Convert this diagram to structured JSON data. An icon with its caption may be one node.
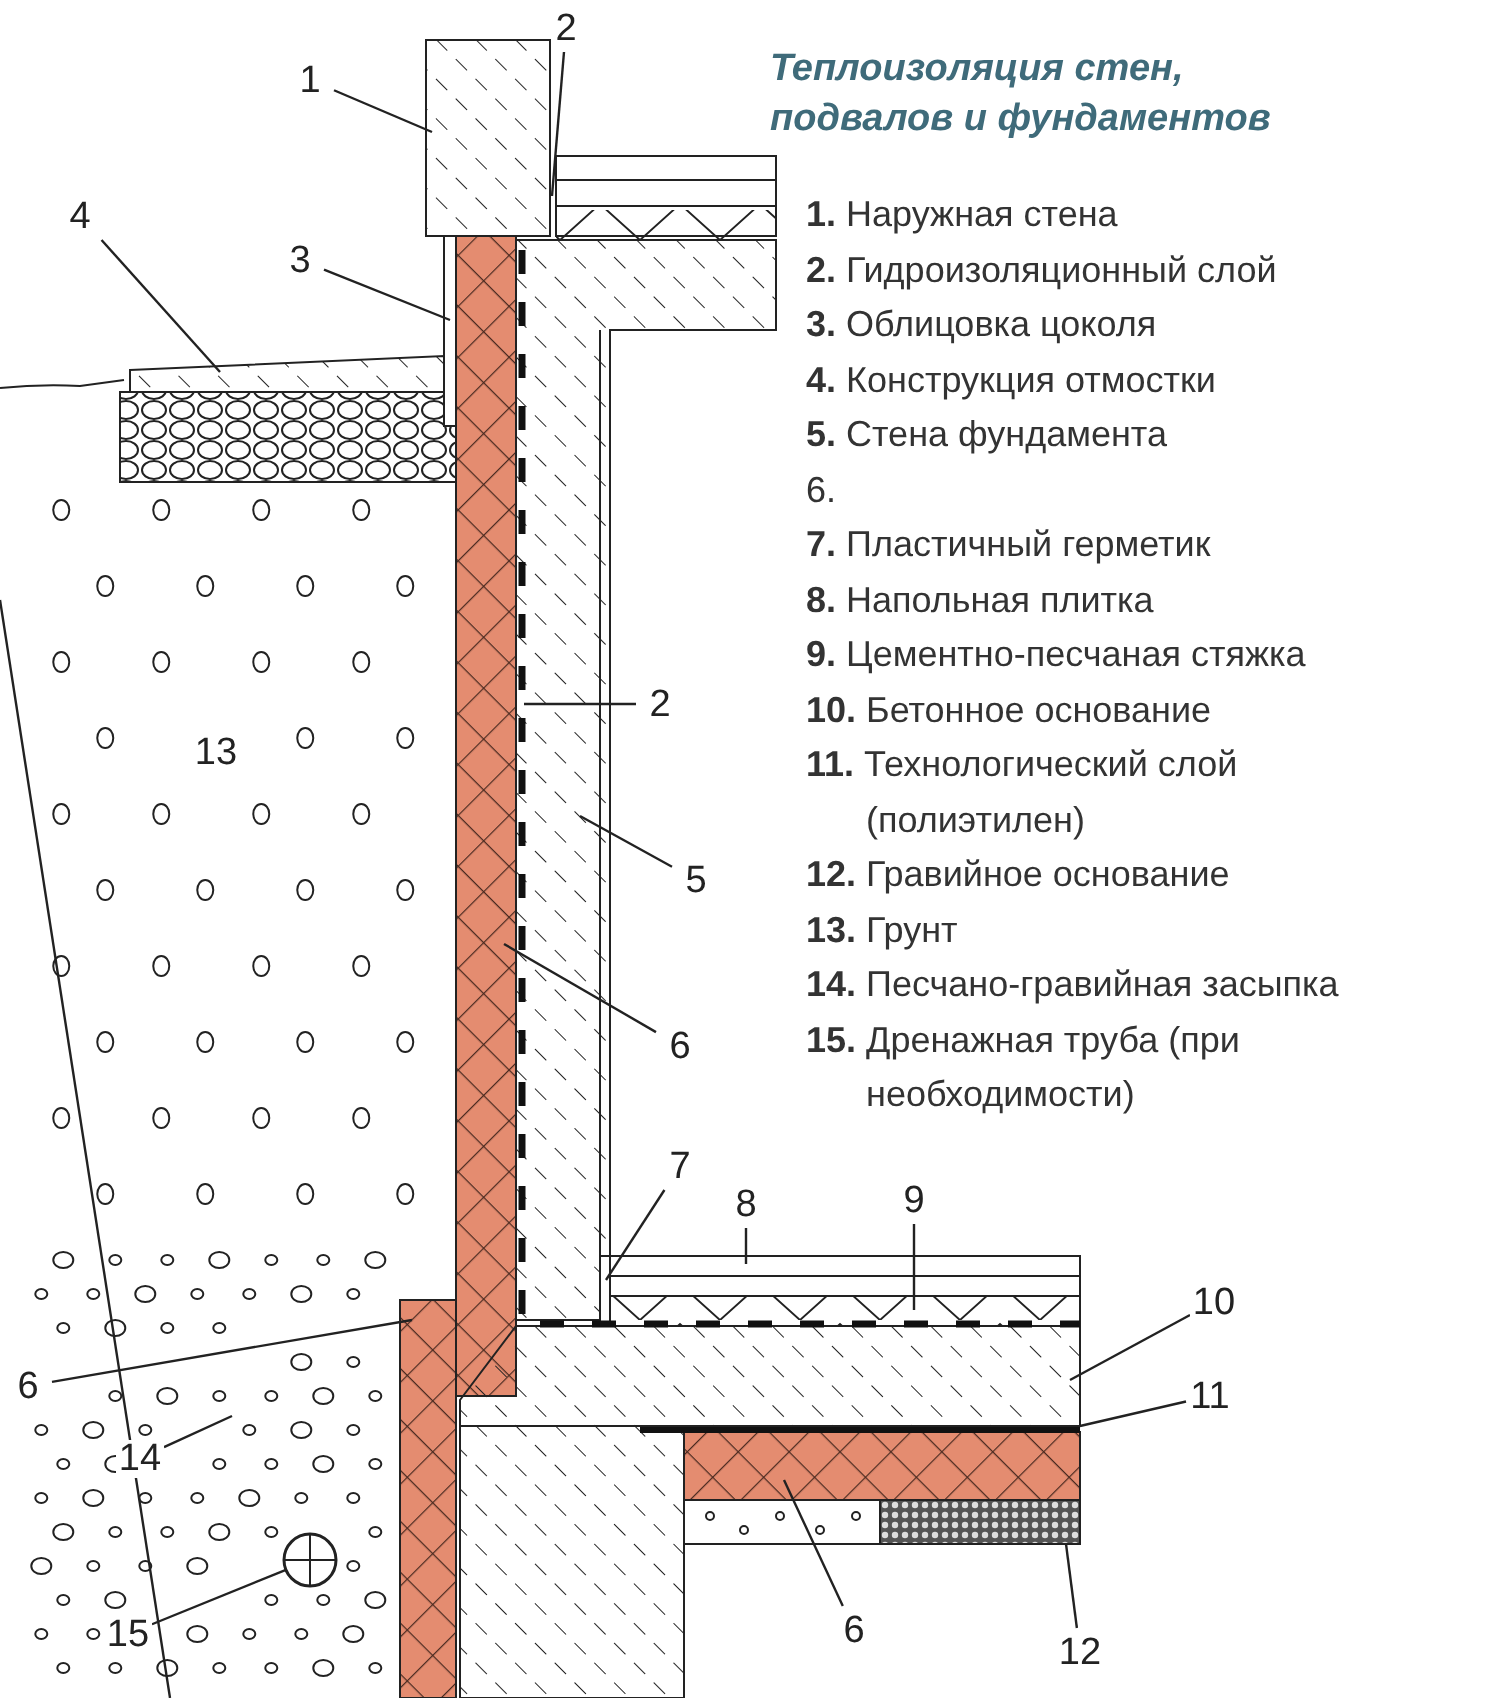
{
  "diagram": {
    "title": "Теплоизоляция стен, подвалов и фундаментов",
    "nodes": [
      {
        "text": [
          "1"
        ]
      },
      {
        "text": [
          "2"
        ]
      },
      {
        "text": [
          "3"
        ]
      },
      {
        "text": [
          "4"
        ]
      },
      {
        "text": [
          "2"
        ]
      },
      {
        "text": [
          "5"
        ]
      },
      {
        "text": [
          "6"
        ]
      },
      {
        "text": [
          "7"
        ]
      },
      {
        "text": [
          "8"
        ]
      },
      {
        "text": [
          "9"
        ]
      },
      {
        "text": [
          "10"
        ]
      },
      {
        "text": [
          "6"
        ]
      },
      {
        "text": [
          "11"
        ]
      },
      {
        "text": [
          "14"
        ]
      },
      {
        "text": [
          "15"
        ]
      },
      {
        "text": [
          "6"
        ]
      },
      {
        "text": [
          "12"
        ]
      },
      {
        "text": [
          "13"
        ]
      },
      {
        "text": [],
        "shape": "circle"
      }
    ],
    "edges": [
      {
        "from": 0,
        "to": null,
        "arrow": "none"
      },
      {
        "from": 1,
        "to": null,
        "arrow": "none"
      },
      {
        "from": 2,
        "to": null,
        "arrow": "none"
      },
      {
        "from": 3,
        "to": null,
        "arrow": "none"
      },
      {
        "from": 4,
        "to": null,
        "arrow": "none"
      },
      {
        "from": 5,
        "to": null,
        "arrow": "none"
      },
      {
        "from": 6,
        "to": null,
        "arrow": "none"
      },
      {
        "from": 7,
        "to": null,
        "arrow": "none"
      },
      {
        "from": 8,
        "to": null,
        "arrow": "none"
      },
      {
        "from": 9,
        "to": null,
        "arrow": "none"
      },
      {
        "from": 10,
        "to": null,
        "arrow": "none"
      },
      {
        "from": 11,
        "to": null,
        "arrow": "none"
      },
      {
        "from": 12,
        "to": null,
        "arrow": "none"
      },
      {
        "from": 13,
        "to": null,
        "arrow": "none"
      },
      {
        "from": 14,
        "to": 18,
        "arrow": "none"
      },
      {
        "from": 15,
        "to": null,
        "arrow": "none"
      },
      {
        "from": 16,
        "to": null,
        "arrow": "none"
      }
    ],
    "labels": [
      "**1.** Наружная стена",
      "**2.** Гидроизоляционный слой",
      "**3.** Облицовка цоколя",
      "**4.** Конструкция отмостки",
      "**5.** Стена фундамента",
      "6.",
      "**7.** Пластичный герметик",
      "**8.** Напольная плитка",
      "**9.** Цементно-песчаная стяжка",
      "**10.** Бетонное основание",
      "**11.** Технологический слой (полиэтилен)",
      "**12.** Гравийное основание",
      "**13.** Грунт",
      "**14.** Песчано-гравийная засыпка",
      "**15.** Дренажная труба (при необходимости)"
    ]
  }
}
